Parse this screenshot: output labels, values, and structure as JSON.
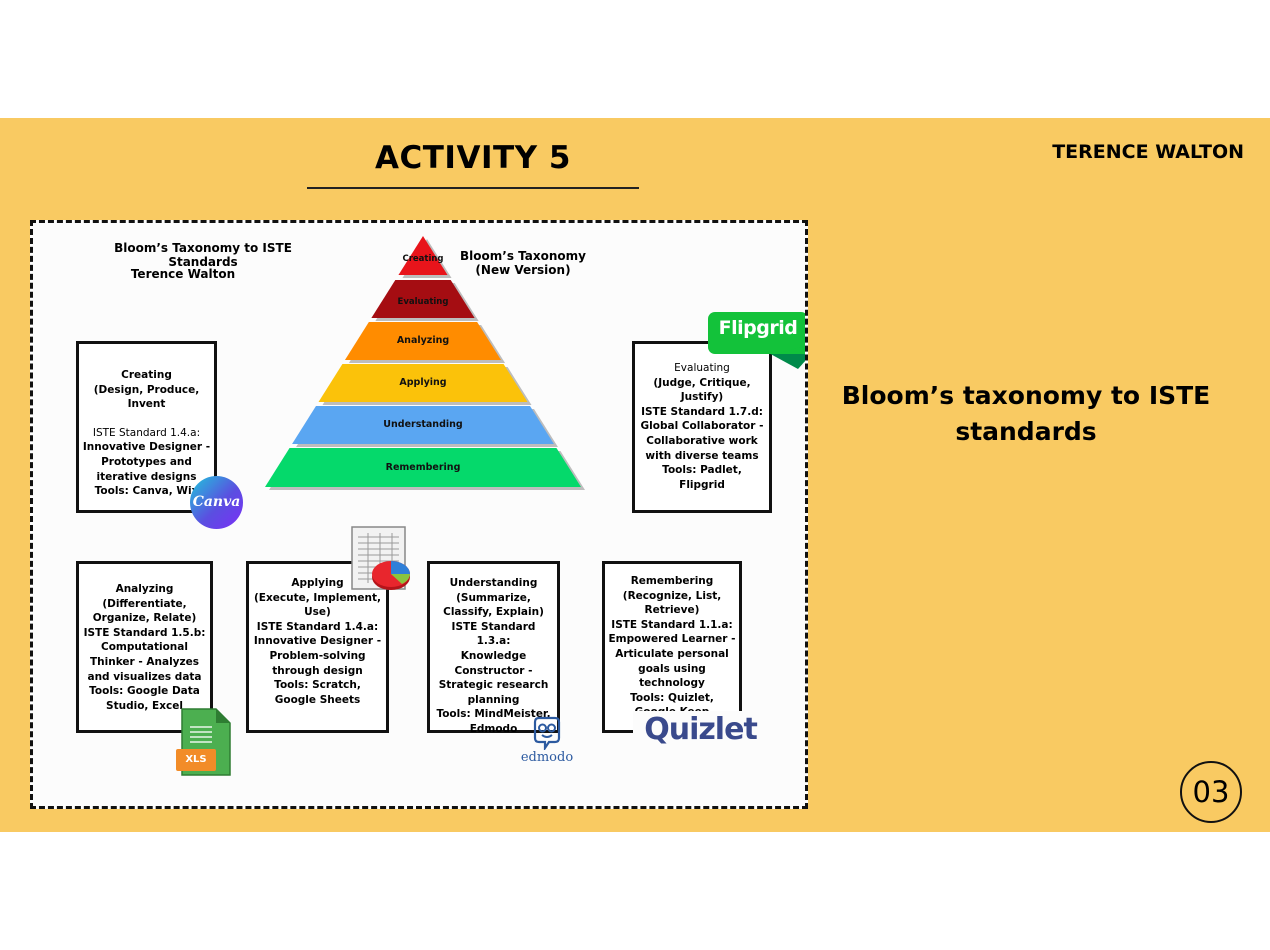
{
  "slide": {
    "title": "ACTIVITY 5",
    "author": "TERENCE WALTON",
    "subtitle": "Bloom’s taxonomy to ISTE standards",
    "page_number": "03",
    "background_color": "#f9ca62"
  },
  "figure": {
    "heading": "Bloom’s Taxonomy to ISTE Standards",
    "byline": "Terence Walton",
    "pyramid_heading": "Bloom’s Taxonomy\n(New Version)",
    "pyramid_tiers": [
      {
        "label": "Creating",
        "color": "#e8141b"
      },
      {
        "label": "Evaluating",
        "color": "#a50d12"
      },
      {
        "label": "Analyzing",
        "color": "#ff8c00"
      },
      {
        "label": "Applying",
        "color": "#fbc20a"
      },
      {
        "label": "Understanding",
        "color": "#5aa6f2"
      },
      {
        "label": "Remembering",
        "color": "#05d96b"
      }
    ],
    "boxes": {
      "creating": {
        "title": "Creating",
        "verbs": "(Design, Produce, Invent",
        "standard": "ISTE Standard 1.4.a:",
        "description": "Innovative Designer - Prototypes and iterative designs",
        "tools": "Tools: Canva, Wix"
      },
      "evaluating": {
        "title": "Evaluating",
        "verbs": "(Judge, Critique, Justify)",
        "standard": "ISTE Standard 1.7.d:",
        "description": "Global Collaborator - Collaborative work with diverse teams",
        "tools": "Tools: Padlet, Flipgrid"
      },
      "analyzing": {
        "title": "Analyzing",
        "verbs": "(Differentiate, Organize, Relate)",
        "standard": "ISTE Standard 1.5.b:",
        "description": "Computational Thinker - Analyzes and visualizes data",
        "tools": "Tools: Google Data Studio, Excel"
      },
      "applying": {
        "title": "Applying",
        "verbs": "(Execute, Implement, Use)",
        "standard": "ISTE Standard 1.4.a:",
        "description": "Innovative Designer - Problem-solving through design",
        "tools": "Tools: Scratch, Google Sheets"
      },
      "understanding": {
        "title": "Understanding",
        "verbs": "(Summarize, Classify, Explain)",
        "standard": "ISTE Standard 1.3.a:",
        "description": "Knowledge Constructor - Strategic research planning",
        "tools": "Tools: MindMeister, Edmodo"
      },
      "remembering": {
        "title": "Remembering",
        "verbs": "(Recognize, List, Retrieve)",
        "standard": "ISTE Standard 1.1.a:",
        "description": "Empowered Learner - Articulate personal goals using technology",
        "tools": "Tools: Quizlet, Google Keep"
      }
    },
    "logos": {
      "canva": "Canva",
      "flipgrid": "Flipgrid",
      "xls": "XLS",
      "edmodo": "edmodo",
      "quizlet": "Quizlet"
    }
  }
}
